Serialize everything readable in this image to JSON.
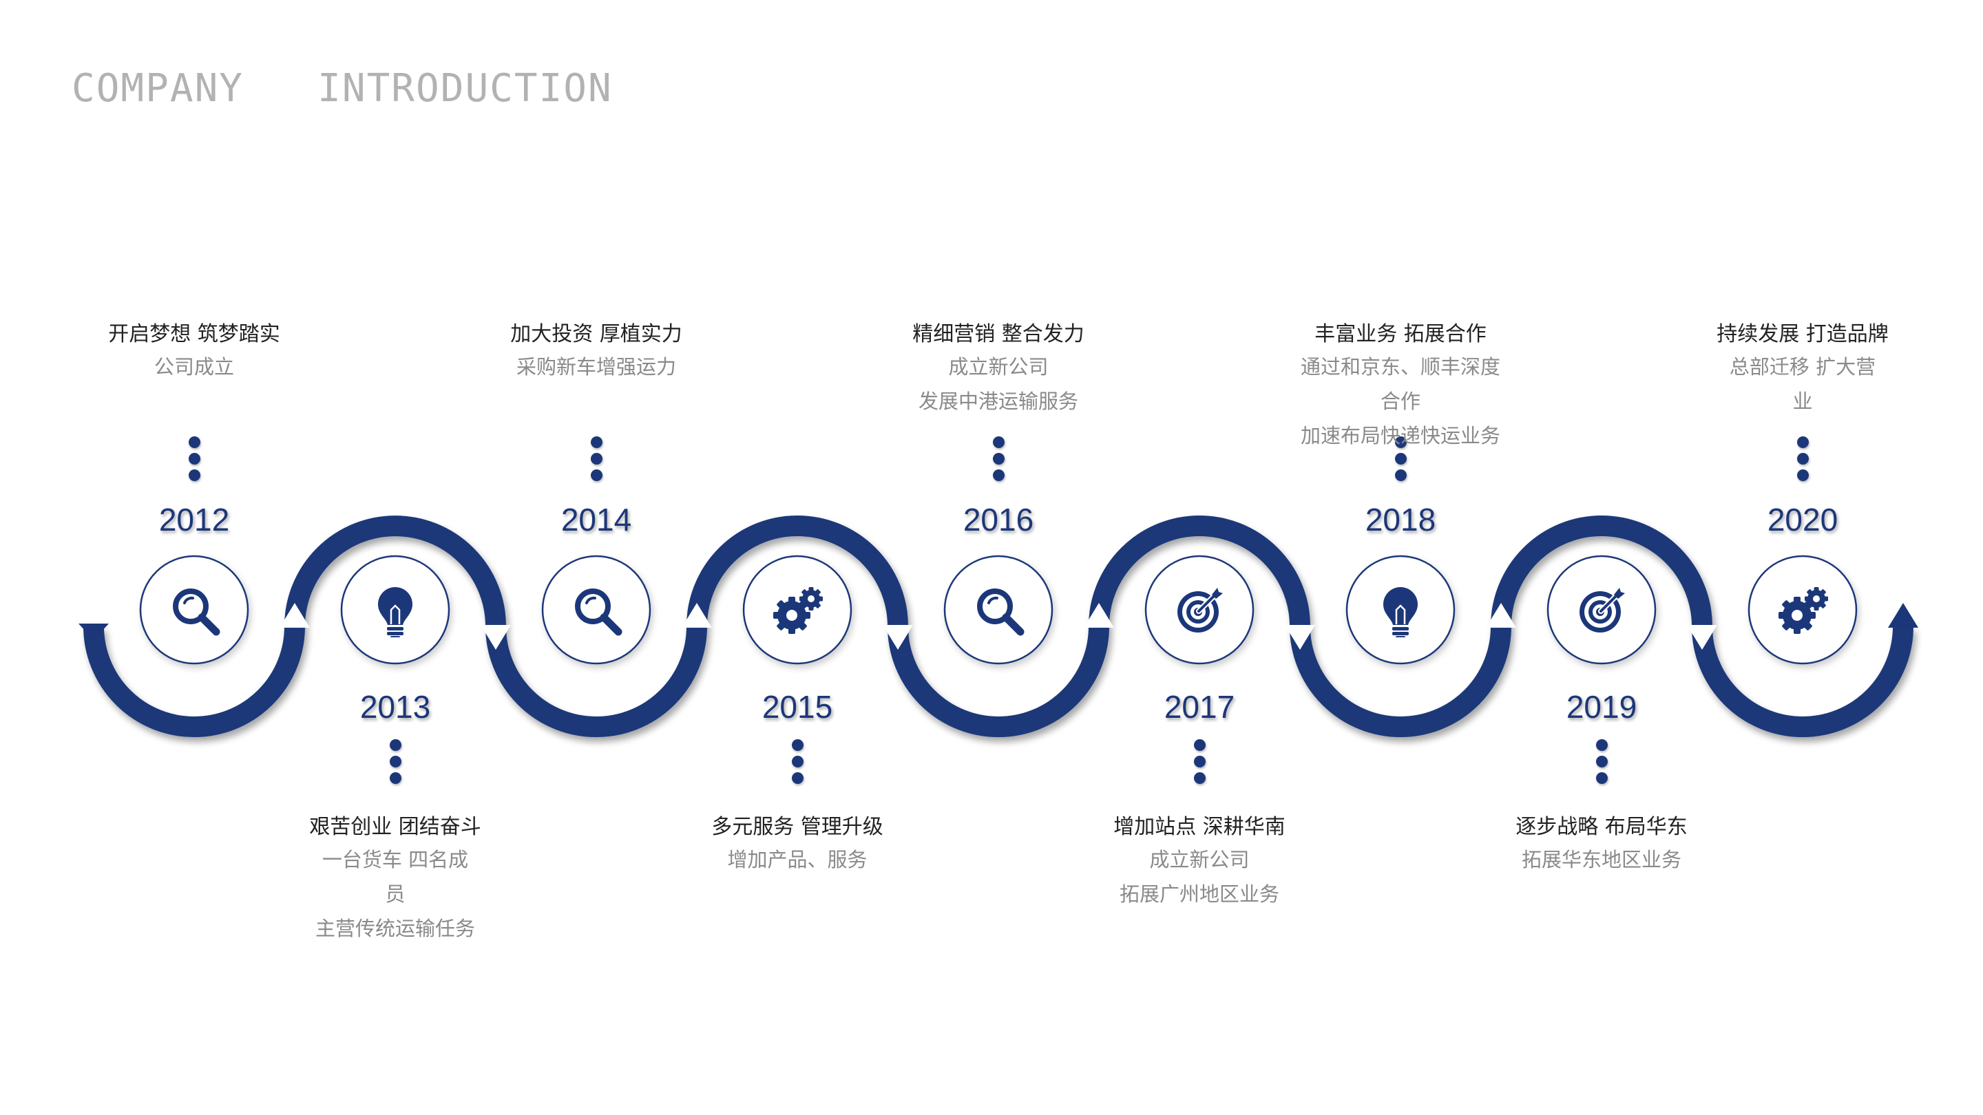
{
  "title": "COMPANY   INTRODUCTION",
  "colors": {
    "wave": "#1c3779",
    "circle": "#1c3779",
    "title": "#b2b2b2"
  },
  "milestones": [
    {
      "year": "2012",
      "heading": "开启梦想 筑梦踏实",
      "lines": [
        "公司成立"
      ],
      "icon": "search-icon",
      "position": "top"
    },
    {
      "year": "2013",
      "heading": "艰苦创业 团结奋斗",
      "lines": [
        "一台货车 四名成",
        "员",
        "主营传统运输任务"
      ],
      "icon": "lightbulb-icon",
      "position": "bottom"
    },
    {
      "year": "2014",
      "heading": "加大投资 厚植实力",
      "lines": [
        "采购新车增强运力"
      ],
      "icon": "search-icon",
      "position": "top"
    },
    {
      "year": "2015",
      "heading": "多元服务 管理升级",
      "lines": [
        "增加产品、服务"
      ],
      "icon": "gears-icon",
      "position": "bottom"
    },
    {
      "year": "2016",
      "heading": "精细营销 整合发力",
      "lines": [
        "成立新公司",
        "发展中港运输服务"
      ],
      "icon": "search-icon",
      "position": "top"
    },
    {
      "year": "2017",
      "heading": "增加站点 深耕华南",
      "lines": [
        "成立新公司",
        "拓展广州地区业务"
      ],
      "icon": "target-icon",
      "position": "bottom"
    },
    {
      "year": "2018",
      "heading": "丰富业务 拓展合作",
      "lines": [
        "通过和京东、顺丰深度合作",
        "加速布局快递快运业务"
      ],
      "icon": "lightbulb-icon",
      "position": "top"
    },
    {
      "year": "2019",
      "heading": "逐步战略 布局华东",
      "lines": [
        "拓展华东地区业务"
      ],
      "icon": "target-icon",
      "position": "bottom"
    },
    {
      "year": "2020",
      "heading": "持续发展 打造品牌",
      "lines": [
        "总部迁移 扩大营",
        "业"
      ],
      "icon": "gears-icon",
      "position": "top"
    }
  ]
}
